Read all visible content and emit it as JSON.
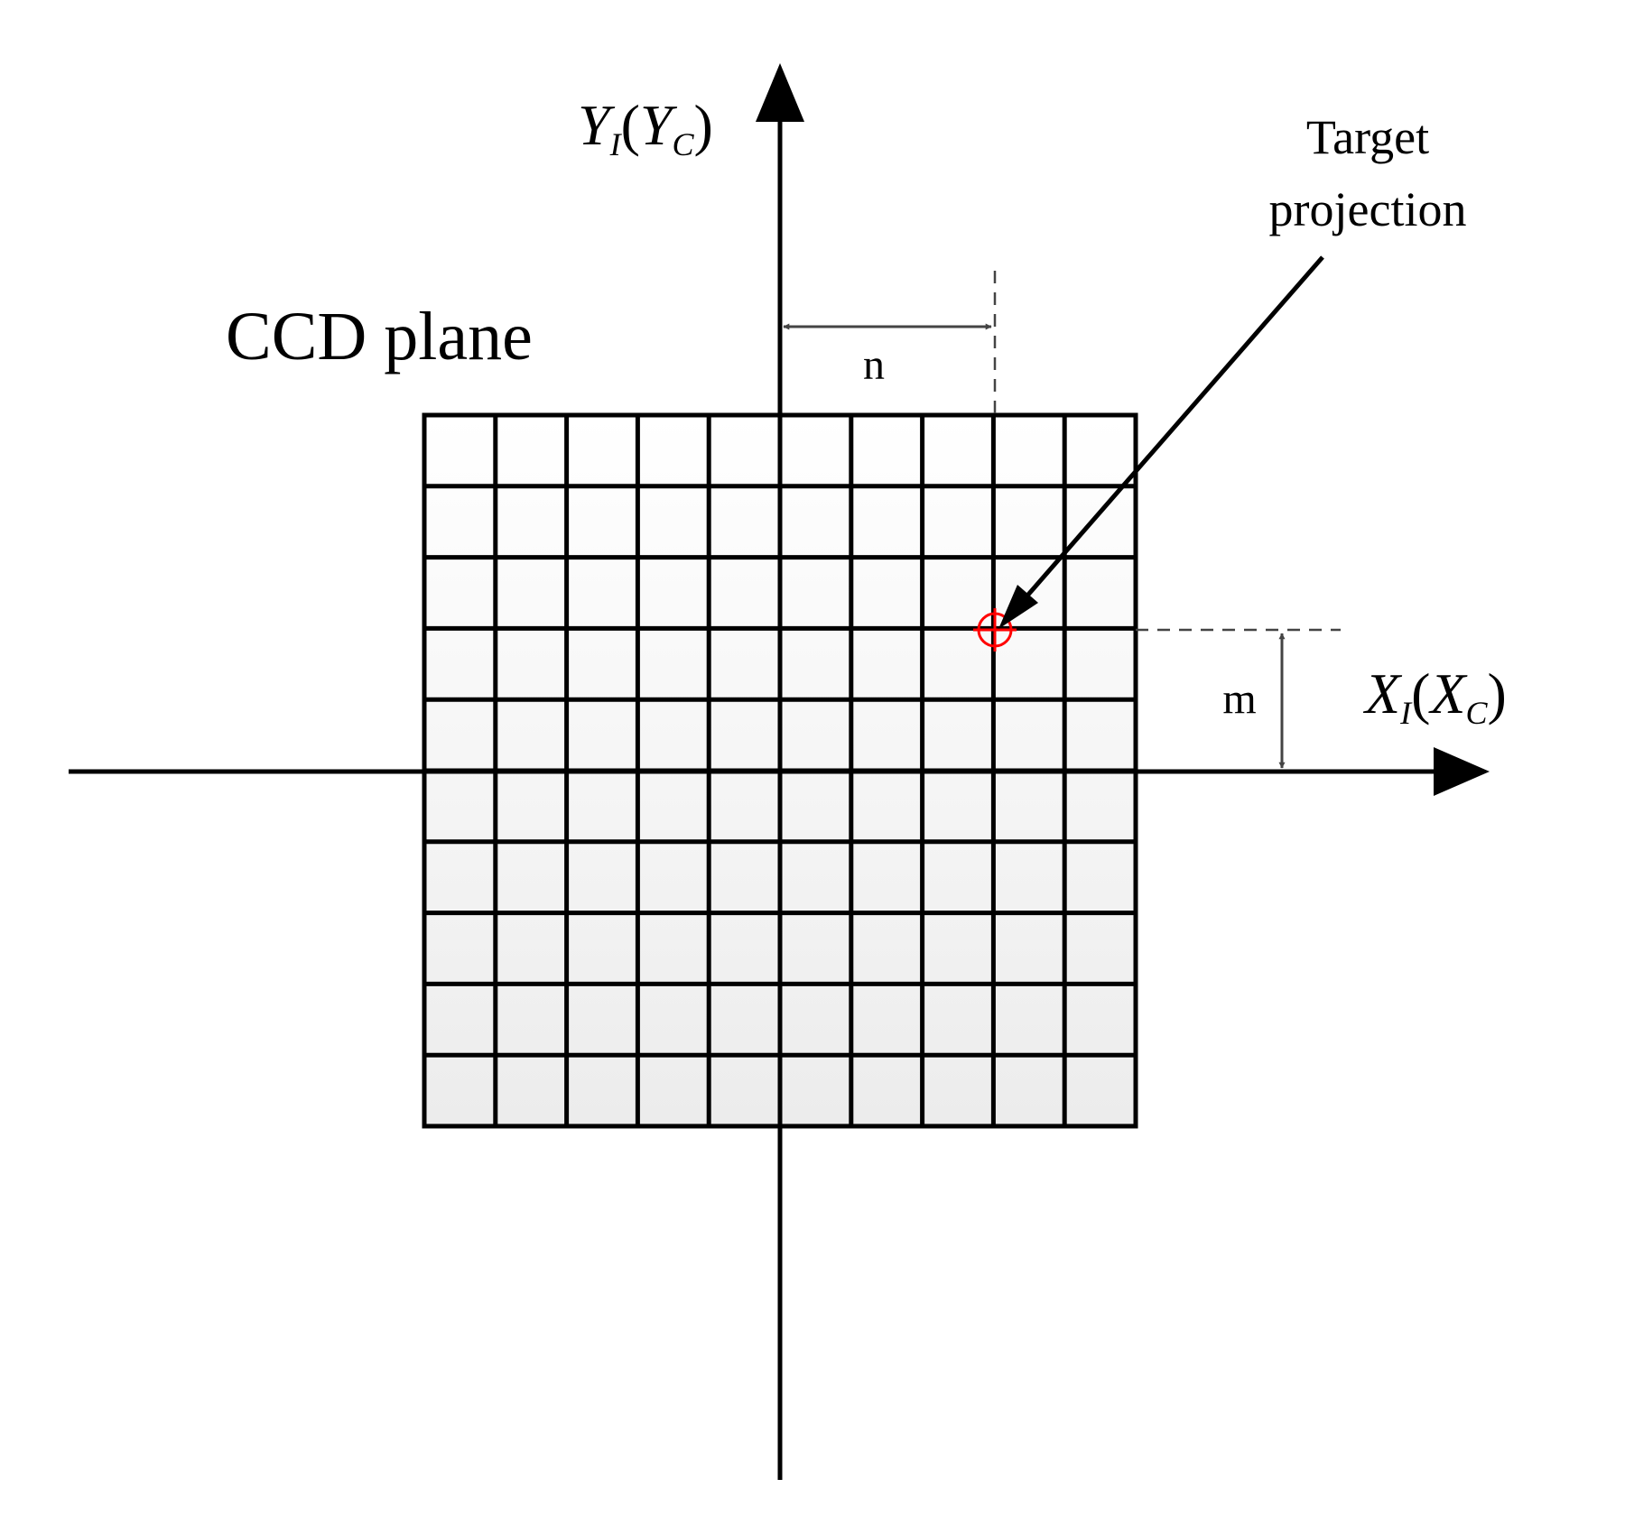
{
  "labels": {
    "ccd_plane": "CCD plane",
    "target_line1": "Target",
    "target_line2": "projection",
    "dim_n": "n",
    "dim_m": "m"
  },
  "axes": {
    "y_axis": {
      "main": "Y",
      "sub": "I",
      "paren_main": "Y",
      "paren_sub": "C"
    },
    "x_axis": {
      "main": "X",
      "sub": "I",
      "paren_main": "X",
      "paren_sub": "C"
    }
  },
  "grid": {
    "rows": 10,
    "cols": 10
  },
  "colors": {
    "line": "#000000",
    "dim_line": "#444444",
    "target_marker": "#ff0000",
    "grid_fill_top": "#ffffff",
    "grid_fill_bottom": "#ececec"
  }
}
